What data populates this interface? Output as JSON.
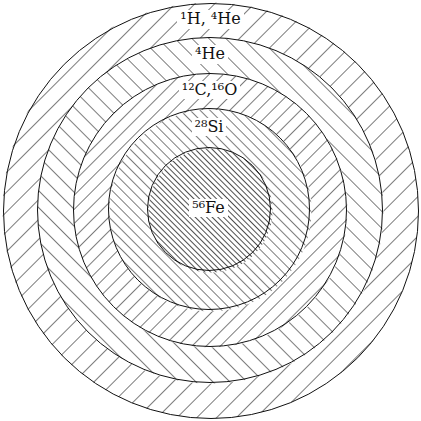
{
  "diagram": {
    "nodes": [
      {
        "text": [
          "¹H, ⁴He"
        ]
      },
      {
        "text": [
          "⁴He"
        ],
        "in": 0
      },
      {
        "text": [
          "¹²C,¹⁶O"
        ],
        "in": 1
      },
      {
        "text": [
          "²⁸Si"
        ],
        "in": 2
      },
      {
        "text": [
          "⁵⁶Fe"
        ],
        "in": 3
      }
    ]
  }
}
